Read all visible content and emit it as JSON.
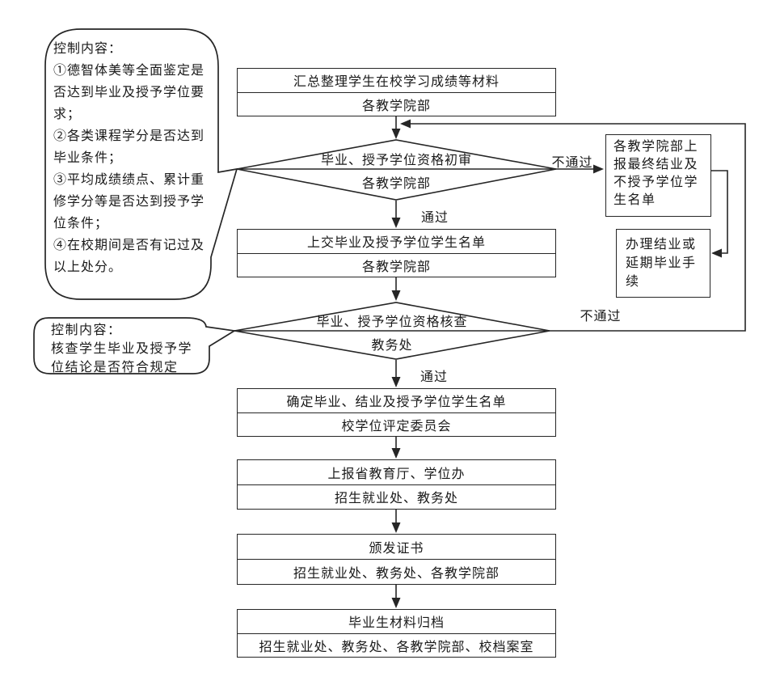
{
  "diagram": {
    "annotations": {
      "initial_review_note": "控制内容：\n①德智体美等全面鉴定是\n否达到毕业及授予学位要\n求；\n②各类课程学分是否达到\n毕业条件；\n③平均成绩绩点、累计重\n修学分等是否达到授予学\n位条件；\n④在校期间是否有记过及\n以上处分。",
      "verification_note": "控制内容：\n核查学生毕业及授予学\n位结论是否符合规定"
    },
    "nodes": {
      "collect": {
        "title": "汇总整理学生在校学习成绩等材料",
        "dept": "各教学院部"
      },
      "initial_review": {
        "title": "毕业、授予学位资格初审",
        "dept": "各教学院部"
      },
      "submit_list": {
        "title": "上交毕业及授予学位学生名单",
        "dept": "各教学院部"
      },
      "verification": {
        "title": "毕业、授予学位资格核查",
        "dept": "教务处"
      },
      "confirm_list": {
        "title": "确定毕业、结业及授予学位学生名单",
        "dept": "校学位评定委员会"
      },
      "report_province": {
        "title": "上报省教育厅、学位办",
        "dept": "招生就业处、教务处"
      },
      "issue_certificate": {
        "title": "颁发证书",
        "dept": "招生就业处、教务处、各教学院部"
      },
      "archive": {
        "title": "毕业生材料归档",
        "dept": "招生就业处、教务处、各教学院部、校档案室"
      },
      "report_final_list": {
        "text": "各教学院部上\n报最终结业及\n不授予学位学\n生名单"
      },
      "completion_procedure": {
        "text": "办理结业或\n延期毕业手\n续"
      }
    },
    "edge_labels": {
      "initial_pass": "通过",
      "initial_fail": "不通过",
      "verify_pass": "通过",
      "verify_fail": "不通过"
    },
    "colors": {
      "line": "#262626",
      "text": "#1a1a1a",
      "background": "#ffffff"
    }
  }
}
